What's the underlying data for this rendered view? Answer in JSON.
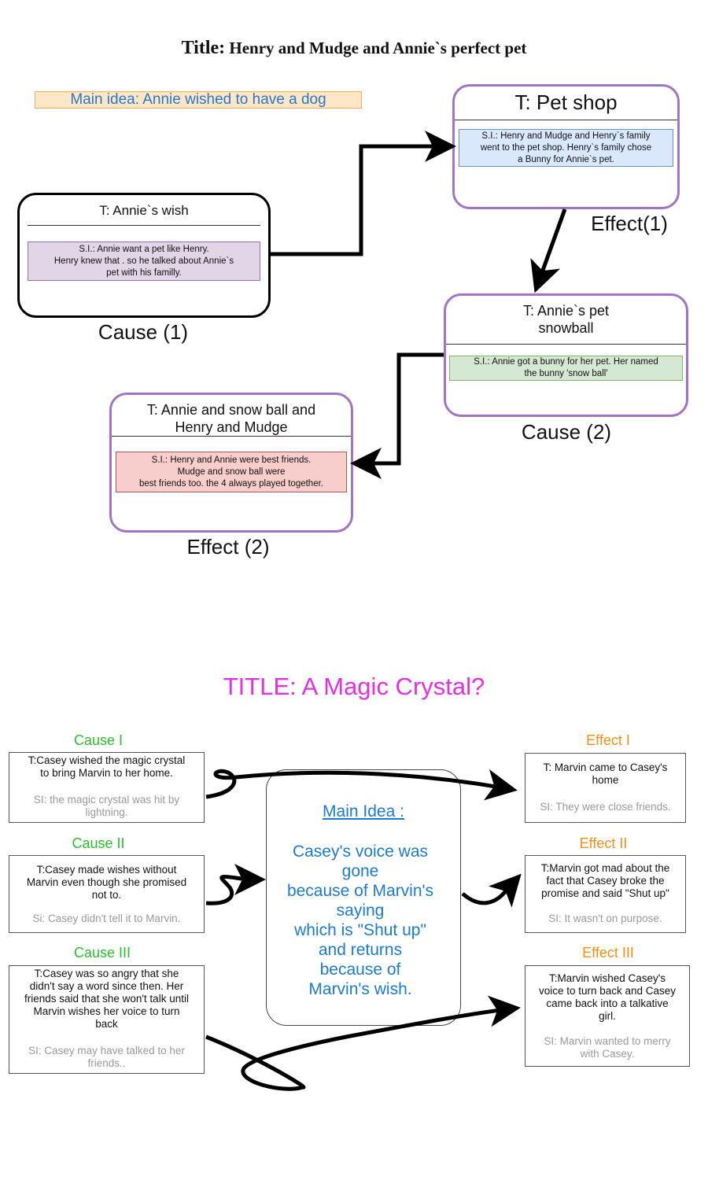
{
  "diagram1": {
    "title_lead": "Title:",
    "title_text": "Henry and Mudge and Annie`s perfect pet",
    "main_idea": "Main idea: Annie wished to have a dog",
    "nodes": {
      "annies_wish": {
        "title": "T: Annie`s wish",
        "si": "S.I.: Annie want a pet like Henry.\nHenry knew that . so he talked about Annie`s\npet with his familly.",
        "caption": "Cause (1)"
      },
      "pet_shop": {
        "title": "T: Pet shop",
        "si": "S.I.: Henry and Mudge and Henry`s family\nwent to the pet shop. Henry`s family chose\na Bunny for Annie`s pet.",
        "caption": "Effect(1)"
      },
      "annies_pet": {
        "title": "T: Annie`s pet\nsnowball",
        "si": "S.I.: Annie got a bunny for her pet. Her named\nthe bunny 'snow ball'",
        "caption": "Cause (2)"
      },
      "snowball_friends": {
        "title": "T: Annie and snow ball and\nHenry and Mudge",
        "si": "S.I.: Henry and Annie were best friends.\nMudge and snow ball were\nbest friends too. the 4 always played together.",
        "caption": "Effect (2)"
      }
    }
  },
  "diagram2": {
    "title": "TITLE: A Magic Crystal?",
    "main_idea_label": "Main Idea :",
    "main_idea_text": "Casey's voice was\ngone\nbecause of Marvin's\nsaying\nwhich is \"Shut up\"\nand returns\nbecause of\nMarvin's wish.",
    "causes": [
      {
        "label": "Cause I",
        "t": "T:Casey wished the magic crystal\nto bring Marvin to her home.",
        "si": "SI: the magic crystal was hit by\nlightning."
      },
      {
        "label": "Cause II",
        "t": "T:Casey made wishes without\nMarvin even though she promised\nnot to.",
        "si": "Si: Casey didn't tell it to Marvin."
      },
      {
        "label": "Cause III",
        "t": "T:Casey was so angry that she\ndidn't say a word since then. Her\nfriends said that she won't talk until\nMarvin wishes her voice to turn\nback",
        "si": "SI: Casey may have talked to her\nfriends.."
      }
    ],
    "effects": [
      {
        "label": "Effect I",
        "t": "T: Marvin came to Casey's\nhome",
        "si": "SI: They were close friends."
      },
      {
        "label": "Effect II",
        "t": "T:Marvin got mad about the\nfact that Casey broke the\npromise and said \"Shut up\"",
        "si": "SI: It wasn't on purpose."
      },
      {
        "label": "Effect III",
        "t": "T:Marvin wished Casey's\nvoice to turn back and Casey\ncame back into a talkative\ngirl.",
        "si": "SI: Marvin wanted to merry\nwith Casey."
      }
    ]
  },
  "colors": {
    "node_border": "#a275c4",
    "si_purple": "#e1d5e7",
    "si_blue": "#dae8fc",
    "si_green": "#d5e8d4",
    "si_red": "#f8cecc",
    "title2": "#e62fe0",
    "cause_label": "#2cbf2c",
    "effect_label": "#f29016",
    "main_idea_text": "#1c7bd0"
  }
}
